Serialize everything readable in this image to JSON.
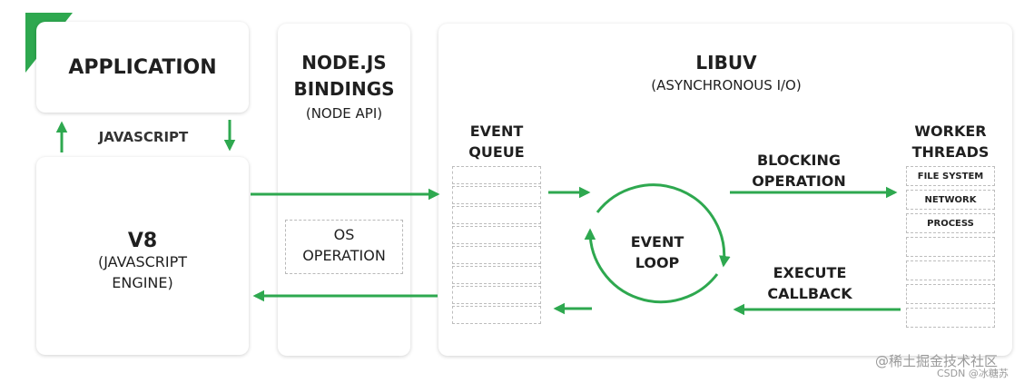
{
  "application": {
    "title": "APPLICATION"
  },
  "javascript_label": "JAVASCRIPT",
  "v8": {
    "title": "V8",
    "sub1": "(JAVASCRIPT",
    "sub2": "ENGINE)"
  },
  "bindings": {
    "title1": "NODE.JS",
    "title2": "BINDINGS",
    "sub": "(NODE API)"
  },
  "os_operation": {
    "line1": "OS",
    "line2": "OPERATION"
  },
  "libuv": {
    "title": "LIBUV",
    "sub": "(ASYNCHRONOUS I/O)"
  },
  "event_queue": {
    "line1": "EVENT",
    "line2": "QUEUE"
  },
  "event_loop": {
    "line1": "EVENT",
    "line2": "LOOP"
  },
  "blocking": {
    "line1": "BLOCKING",
    "line2": "OPERATION"
  },
  "execute": {
    "line1": "EXECUTE",
    "line2": "CALLBACK"
  },
  "worker_threads": {
    "line1": "WORKER",
    "line2": "THREADS"
  },
  "worker_items": [
    "FILE SYSTEM",
    "NETWORK",
    "PROCESS"
  ],
  "watermark": {
    "line1": "@稀土掘金技术社区",
    "line2": "CSDN @冰糖苏"
  },
  "colors": {
    "accent": "#2ea84f",
    "dash": "#bdbdbd"
  }
}
